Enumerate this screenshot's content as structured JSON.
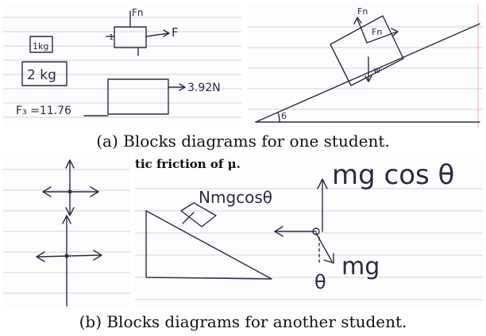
{
  "figure": {
    "caption_a": "(a) Blocks diagrams for one student.",
    "caption_b": "(b) Blocks diagrams for another student."
  },
  "panel_a1": {
    "box_small": "1kg",
    "box_large": "2 kg",
    "fn_label": "Fn",
    "f_label": "F",
    "f1_label": "1",
    "force_value": "3.92N",
    "f3_label": "F₃ =11.76"
  },
  "panel_a2": {
    "fn_label": "Fn",
    "fh_label": "Fn",
    "w_label": "w",
    "angle_label": "6"
  },
  "panel_b2": {
    "printed_text": "tic friction of μ.",
    "handwritten_top": "mg cos θ",
    "handwritten_normal": "Nmgcosθ",
    "handwritten_mg": "mg",
    "handwritten_theta": "θ"
  }
}
